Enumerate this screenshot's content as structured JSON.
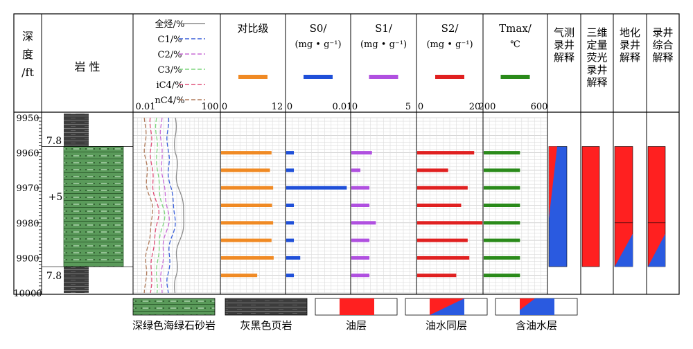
{
  "headers": {
    "depth": [
      "深",
      "度",
      "/ft"
    ],
    "lithology": "岩 性",
    "gas_legend": [
      {
        "label": "全烃/%",
        "color": "#8a8a8a"
      },
      {
        "label": "C1/%",
        "color": "#3a5fd9"
      },
      {
        "label": "C2/%",
        "color": "#c86bd6"
      },
      {
        "label": "C3/%",
        "color": "#7fd67f"
      },
      {
        "label": "iC4/%",
        "color": "#e0507a"
      },
      {
        "label": "nC4/%",
        "color": "#b07a5a"
      }
    ],
    "gas_scale": {
      "min": "0.01",
      "max": "100"
    },
    "contrast": {
      "title": "对比级",
      "color": "#f08a24",
      "min": "0",
      "max": "12"
    },
    "s0": {
      "title": "S0/",
      "unit": "(mg • g⁻¹)",
      "color": "#1f4fd8",
      "min": "0",
      "max": "0.01"
    },
    "s1": {
      "title": "S1/",
      "unit": "(mg • g⁻¹)",
      "color": "#b050e0",
      "min": "0",
      "max": "5"
    },
    "s2": {
      "title": "S2/",
      "unit": "(mg • g⁻¹)",
      "color": "#e02020",
      "min": "0",
      "max": "20"
    },
    "tmax": {
      "title": "Tmax/",
      "unit": "℃",
      "color": "#2a8a1a",
      "min": "200",
      "max": "600"
    },
    "interp": [
      [
        "气测",
        "录井",
        "解释"
      ],
      [
        "三维",
        "定量",
        "荧光",
        "录井",
        "解释"
      ],
      [
        "地化",
        "录井",
        "解释"
      ],
      [
        "录井",
        "综合",
        "解释"
      ]
    ]
  },
  "depth_ticks": [
    "9950",
    "9960",
    "9970",
    "9980",
    "9900",
    "10000"
  ],
  "lith_labels": {
    "top": "7.8",
    "mid": "+5",
    "bottom": "7.8"
  },
  "chart_data": {
    "type": "bar",
    "y_label": "深度/ft",
    "depth_range": [
      9950,
      10000
    ],
    "sample_depths": [
      9960,
      9965,
      9970,
      9975,
      9980,
      9985,
      9990,
      9995
    ],
    "contrast_values": [
      9.5,
      9.2,
      9.8,
      9.6,
      9.8,
      9.5,
      9.9,
      6.8
    ],
    "s0_values": [
      0.0012,
      0.0012,
      0.0095,
      0.0012,
      0.0012,
      0.0012,
      0.0022,
      0.0012
    ],
    "s1_values": [
      1.6,
      0.7,
      1.4,
      1.4,
      1.9,
      1.4,
      1.4,
      1.4
    ],
    "s2_values": [
      17.5,
      9.5,
      15.5,
      13.5,
      20,
      15.5,
      16,
      12
    ],
    "tmax_values": [
      430,
      430,
      430,
      430,
      430,
      430,
      430,
      430
    ]
  },
  "legend": {
    "sandstone": "深绿色海绿石砂岩",
    "shale": "灰黑色页岩",
    "oil": "油层",
    "oil_water": "油水同层",
    "water_oil": "含油水层"
  },
  "colors": {
    "sand": "#5a9a5a",
    "shale": "#3c3c3c",
    "oil": "#ff2020",
    "water": "#2a5ae0"
  }
}
